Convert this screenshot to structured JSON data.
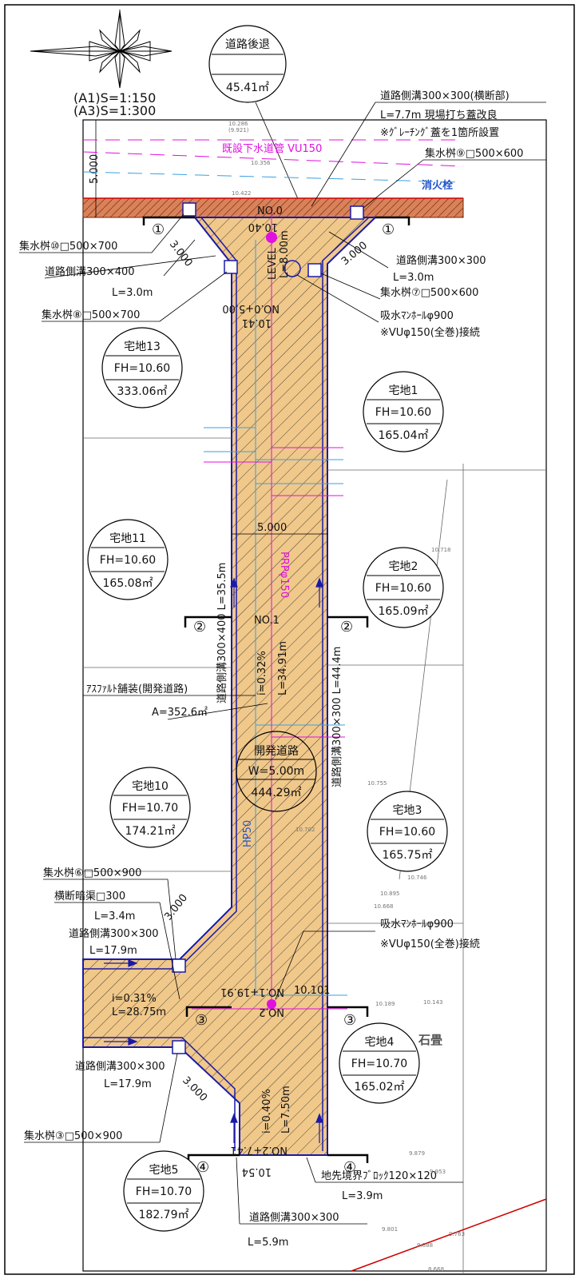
{
  "scale": {
    "a1": "(A1)S=1:150",
    "a3": "(A3)S=1:300"
  },
  "setback": {
    "title": "道路後退",
    "area": "45.41㎡"
  },
  "labels": {
    "ditch_top": "道路側溝300×300(横断部)",
    "ditch_top_l": "L=7.7m  現場打ち蓋改良",
    "ditch_top_note": "※ｸﾞﾚｰﾁﾝｸﾞ蓋を1箇所設置",
    "sewer": "既設下水道管 VU150",
    "hydrant": "消火栓",
    "setback_width": "5.000",
    "inlet9": "集水桝⑨□500×600",
    "inlet10": "集水桝⑩□500×700",
    "ditch_left_top": "道路側溝300×400",
    "ditch_left_top_l": "L=3.0m",
    "inlet8": "集水桝⑧□500×700",
    "ditch_right_top": "道路側溝300×300",
    "ditch_right_top_l": "L=3.0m",
    "inlet7": "集水桝⑦□500×600",
    "manhole_top": "吸水ﾏﾝﾎｰﾙφ900",
    "manhole_top_note": "※VUφ150(全巻)接続",
    "road_width": "5.000",
    "ditch_left_long": "道路側溝300×400 L=35.5m",
    "ditch_right_long": "道路側溝300×300 L=44.4m",
    "prp": "PRPφ150",
    "hp": "HP50",
    "slope_mid": "i=0.32%",
    "len_mid": "L=34.91m",
    "asphalt": "ｱｽﾌｧﾙﾄ舗装(開発道路)",
    "asphalt_area": "A=352.6㎡",
    "inlet6": "集水桝⑥□500×900",
    "culvert": "横断暗渠□300",
    "culvert_l": "L=3.4m",
    "ditch_branch": "道路側溝300×300",
    "ditch_branch_l": "L=17.9m",
    "slope_branch": "i=0.31%",
    "len_branch": "L=28.75m",
    "manhole_bottom": "吸水ﾏﾝﾎｰﾙφ900",
    "manhole_bottom_note": "※VUφ150(全巻)接続",
    "ditch_branch2": "道路側溝300×300",
    "ditch_branch2_l": "L=17.9m",
    "inlet3": "集水桝③□500×900",
    "slope_bottom": "i=0.40%",
    "len_bottom": "L=7.50m",
    "boundary_block": "地先境界ﾌﾞﾛｯｸ120×120",
    "boundary_block_l": "L=3.9m",
    "ditch_bottom": "道路側溝300×300",
    "ditch_bottom_l": "L=5.9m",
    "stone": "石畳",
    "len_dim": "3.000",
    "level": "LEVEL",
    "len_top": "L=8.00m",
    "no_top": "NO.0",
    "no_mid": "NO.0+5.00",
    "no_1": "NO.1",
    "no_2": "NO.2",
    "no_2b": "NO.2+7.41",
    "no_1b": "NO.1+19.91",
    "elev_top": "10.40",
    "elev_mid": "10.41",
    "elev_bot": "10.54",
    "elev_2": "10.101"
  },
  "lots": [
    {
      "name": "宅地13",
      "fh": "FH=10.60",
      "area": "333.06㎡"
    },
    {
      "name": "宅地1",
      "fh": "FH=10.60",
      "area": "165.04㎡"
    },
    {
      "name": "宅地11",
      "fh": "FH=10.60",
      "area": "165.08㎡"
    },
    {
      "name": "宅地2",
      "fh": "FH=10.60",
      "area": "165.09㎡"
    },
    {
      "name": "宅地10",
      "fh": "FH=10.70",
      "area": "174.21㎡"
    },
    {
      "name": "宅地3",
      "fh": "FH=10.60",
      "area": "165.75㎡"
    },
    {
      "name": "宅地4",
      "fh": "FH=10.70",
      "area": "165.02㎡"
    },
    {
      "name": "宅地5",
      "fh": "FH=10.70",
      "area": "182.79㎡"
    }
  ],
  "dev_road": {
    "title": "開発道路",
    "width": "W=5.00m",
    "area": "444.29㎡"
  },
  "sections": [
    "①",
    "②",
    "③",
    "④"
  ],
  "spot_elevs": [
    "10.286",
    "(9.921)",
    "10.356",
    "10.422",
    "10.718",
    "10.755",
    "10.702",
    "10.746",
    "10.895",
    "10.668",
    "10.189",
    "10.143",
    "9.879",
    "9.953",
    "9.801",
    "9.888",
    "9.763",
    "8.668"
  ],
  "colors": {
    "road": "#f0c88a",
    "ditch": "#1a1aa8",
    "sewer": "#e010e0",
    "water": "#3aa0e0"
  }
}
